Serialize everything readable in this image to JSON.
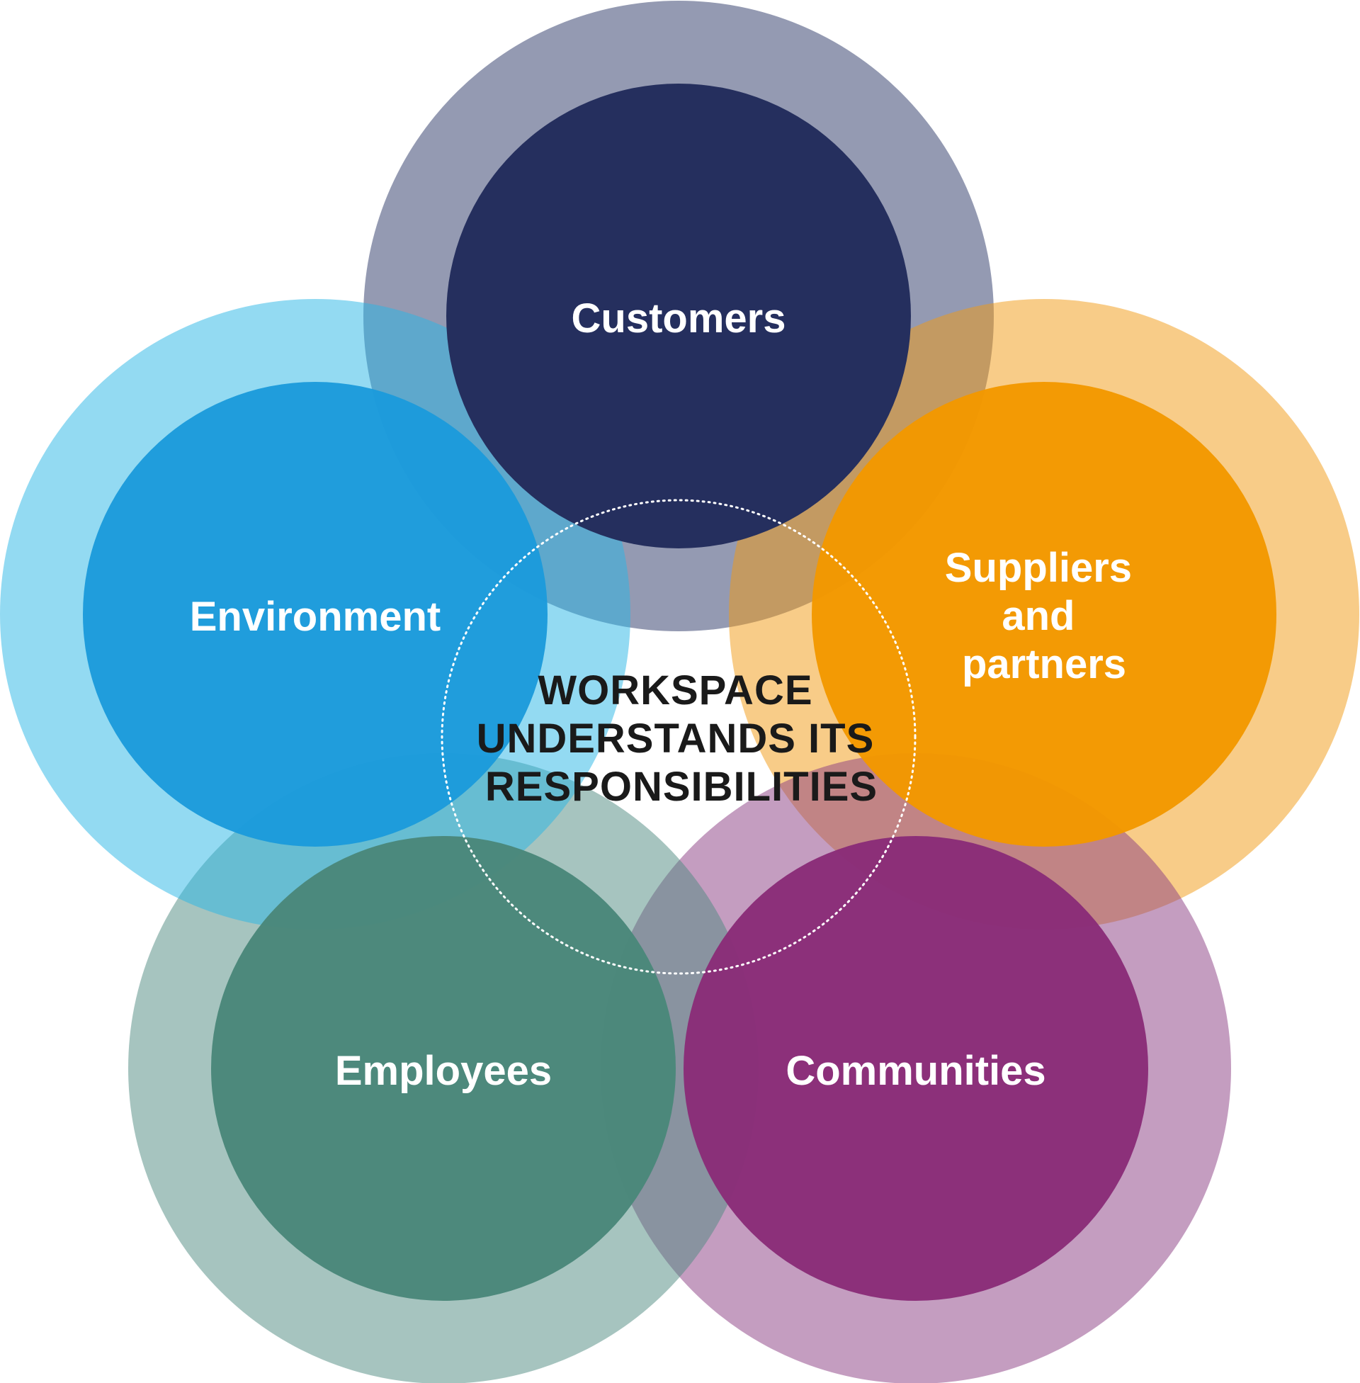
{
  "center": {
    "lines": [
      "WORKSPACE",
      "UNDERSTANDS ITS",
      "RESPONSIBILITIES"
    ]
  },
  "stakeholders": [
    {
      "id": "customers",
      "lines": [
        "Customers"
      ],
      "inner_color": "#252f5e",
      "outer_color": "#2a3566"
    },
    {
      "id": "suppliers-and-partners",
      "lines": [
        "Suppliers",
        "and",
        "partners"
      ],
      "inner_color": "#f39800",
      "outer_color": "#f29a11"
    },
    {
      "id": "communities",
      "lines": [
        "Communities"
      ],
      "inner_color": "#8a2c78",
      "outer_color": "#8a3b82"
    },
    {
      "id": "employees",
      "lines": [
        "Employees"
      ],
      "inner_color": "#4a877a",
      "outer_color": "#4d8a80"
    },
    {
      "id": "environment",
      "lines": [
        "Environment"
      ],
      "inner_color": "#1c9bdb",
      "outer_color": "#28b5e6"
    }
  ]
}
